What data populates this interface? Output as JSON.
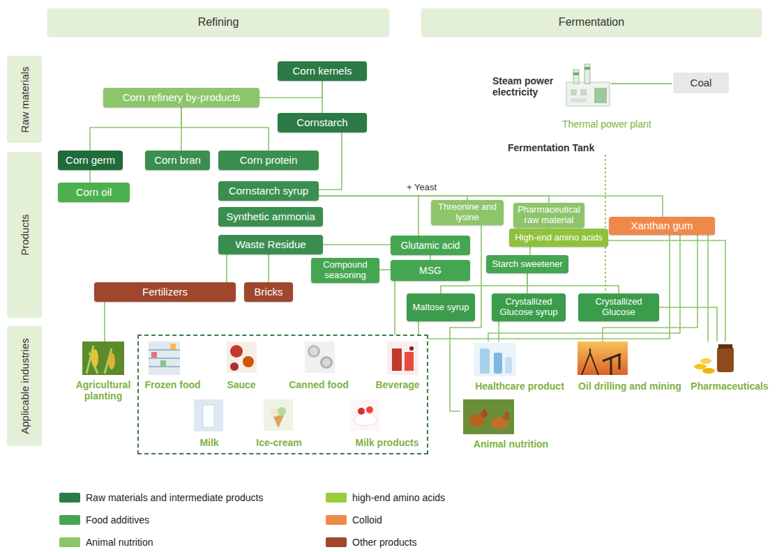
{
  "diagram": {
    "nodes": [
      {
        "text": [
          "Refining"
        ]
      },
      {
        "text": [
          "Fermentation"
        ]
      },
      {
        "text": [
          "Raw materials"
        ]
      },
      {
        "text": [
          "Products"
        ]
      },
      {
        "text": [
          "Applicable industries"
        ]
      },
      {
        "text": [
          "Corn kernels"
        ]
      },
      {
        "text": [
          "Corn refinery by-products"
        ]
      },
      {
        "text": [
          "Cornstarch"
        ]
      },
      {
        "text": [
          "Corn germ"
        ]
      },
      {
        "text": [
          "Corn bran"
        ]
      },
      {
        "text": [
          "Corn protein"
        ]
      },
      {
        "text": [
          "Corn oil"
        ]
      },
      {
        "text": [
          "Cornstarch syrup"
        ]
      },
      {
        "text": [
          "Synthetic ammonia"
        ]
      },
      {
        "text": [
          "Waste Residue"
        ]
      },
      {
        "text": [
          "Coal"
        ]
      },
      {
        "text": [
          "Threonine and lysine"
        ]
      },
      {
        "text": [
          "Pharmaceutical raw material"
        ]
      },
      {
        "text": [
          "Xanthan gum"
        ]
      },
      {
        "text": [
          "High-end amino acids"
        ]
      },
      {
        "text": [
          "Glutamic acid"
        ]
      },
      {
        "text": [
          "Compound seasoning"
        ]
      },
      {
        "text": [
          "MSG"
        ]
      },
      {
        "text": [
          "Starch sweetener"
        ]
      },
      {
        "text": [
          "Fertilizers"
        ]
      },
      {
        "text": [
          "Bricks"
        ]
      },
      {
        "text": [
          "Maltose syrup"
        ]
      },
      {
        "text": [
          "Crystallized Glucose syrup"
        ]
      },
      {
        "text": [
          "Crystallized Glucose"
        ]
      },
      {
        "text": [
          "Agricultural planting"
        ]
      },
      {
        "text": []
      },
      {
        "text": [
          "Frozen food"
        ],
        "in": 30
      },
      {
        "text": [
          "Sauce"
        ],
        "in": 30
      },
      {
        "text": [
          "Canned food"
        ],
        "in": 30
      },
      {
        "text": [
          "Beverage"
        ],
        "in": 30
      },
      {
        "text": [
          "Milk"
        ],
        "in": 30
      },
      {
        "text": [
          "Ice-cream"
        ],
        "in": 30
      },
      {
        "text": [
          "Milk products"
        ],
        "in": 30
      },
      {
        "text": [
          "Healthcare product"
        ]
      },
      {
        "text": [
          "Oil drilling and mining"
        ]
      },
      {
        "text": [
          "Pharmaceuticals"
        ]
      },
      {
        "text": [
          "Animal nutrition"
        ]
      }
    ],
    "edges": [
      {
        "from": 5,
        "to": 6,
        "arrow": "none"
      },
      {
        "from": 5,
        "to": 7,
        "arrow": "none"
      },
      {
        "from": 6,
        "to": 8,
        "arrow": "none"
      },
      {
        "from": 6,
        "to": 9,
        "arrow": "none"
      },
      {
        "from": 6,
        "to": 10,
        "arrow": "none"
      },
      {
        "from": 8,
        "to": 11,
        "arrow": "none"
      },
      {
        "from": 7,
        "to": 12,
        "arrow": "none"
      },
      {
        "from": 12,
        "to": 20,
        "arrow": "none"
      },
      {
        "from": 12,
        "to": 16,
        "arrow": "none"
      },
      {
        "from": 12,
        "to": 17,
        "arrow": "none"
      },
      {
        "from": 12,
        "to": 18,
        "arrow": "none"
      },
      {
        "from": 14,
        "to": 20,
        "arrow": "none"
      },
      {
        "from": 14,
        "to": 24,
        "arrow": "none"
      },
      {
        "from": 14,
        "to": 25,
        "arrow": "none"
      },
      {
        "from": 20,
        "to": 22,
        "arrow": "none"
      },
      {
        "from": 21,
        "to": 22,
        "arrow": "none"
      },
      {
        "from": 17,
        "to": 19,
        "arrow": "none"
      },
      {
        "from": 19,
        "to": 23,
        "arrow": "none"
      },
      {
        "from": 23,
        "to": 26,
        "arrow": "none"
      },
      {
        "from": 23,
        "to": 27,
        "arrow": "none"
      },
      {
        "from": 23,
        "to": 28,
        "arrow": "none"
      },
      {
        "from": 22,
        "to": 30,
        "arrow": "none"
      },
      {
        "from": 26,
        "to": 30,
        "arrow": "none"
      },
      {
        "from": 16,
        "to": 41,
        "arrow": "none"
      },
      {
        "from": 18,
        "to": 30,
        "arrow": "none"
      },
      {
        "from": 18,
        "to": 39,
        "arrow": "none"
      },
      {
        "from": 18,
        "to": 40,
        "arrow": "none"
      },
      {
        "from": 18,
        "to": 38,
        "arrow": "none"
      },
      {
        "from": 19,
        "to": 40,
        "arrow": "none"
      },
      {
        "from": 28,
        "to": 40,
        "arrow": "none"
      },
      {
        "from": 27,
        "to": 38,
        "arrow": "none"
      },
      {
        "from": 24,
        "to": 29,
        "arrow": "none"
      }
    ],
    "labels": [
      "+ Yeast",
      "Steam power electricity",
      "Thermal power plant",
      "Fermentation Tank"
    ],
    "legend": [
      {
        "text": "Raw materials and intermediate products",
        "color": "#2c7a45"
      },
      {
        "text": "Food additives",
        "color": "#45a651"
      },
      {
        "text": "Animal nutrition",
        "color": "#8cc56a"
      },
      {
        "text": "high-end amino acids",
        "color": "#9acd3c"
      },
      {
        "text": "Colloid",
        "color": "#f0884a"
      },
      {
        "text": "Other products",
        "color": "#a0462d"
      }
    ]
  }
}
